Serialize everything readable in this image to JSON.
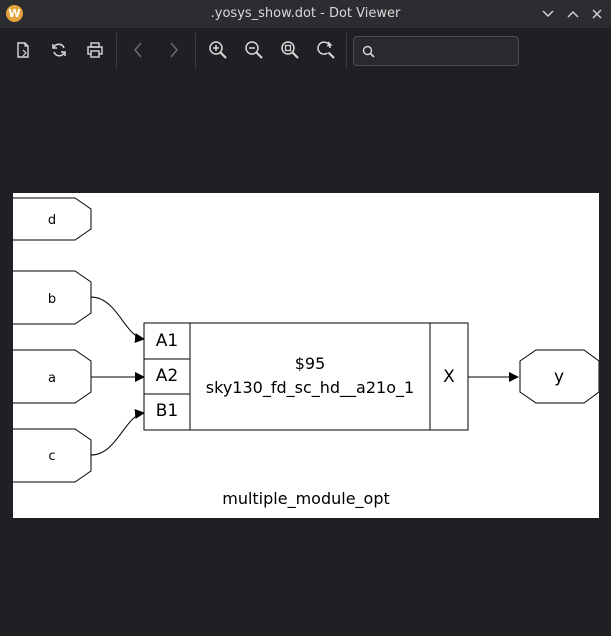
{
  "window": {
    "app_icon_letter": "W",
    "title": ".yosys_show.dot - Dot Viewer"
  },
  "toolbar": {
    "search": {
      "value": "",
      "placeholder": ""
    }
  },
  "graph": {
    "inputs": [
      "d",
      "b",
      "a",
      "c"
    ],
    "cell": {
      "id": "$95",
      "type": "sky130_fd_sc_hd__a21o_1",
      "ports_in": [
        "A1",
        "A2",
        "B1"
      ],
      "port_out": "X"
    },
    "output": "y",
    "label": "multiple_module_opt"
  }
}
